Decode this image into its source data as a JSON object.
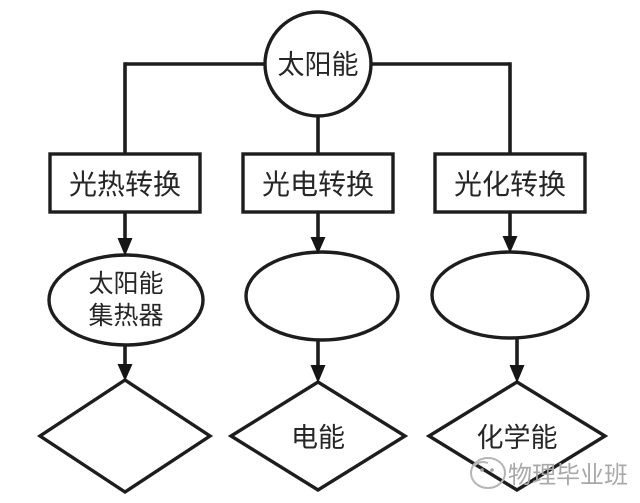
{
  "diagram": {
    "title_hint": "solar-energy-conversion-flowchart",
    "root": {
      "label": "太阳能"
    },
    "branches": [
      {
        "converter": "光热转换",
        "carrier": {
          "line1": "太阳能",
          "line2": "集热器"
        },
        "result": ""
      },
      {
        "converter": "光电转换",
        "carrier": {
          "line1": "",
          "line2": ""
        },
        "result": "电能"
      },
      {
        "converter": "光化转换",
        "carrier": {
          "line1": "",
          "line2": ""
        },
        "result": "化学能"
      }
    ],
    "colors": {
      "stroke": "#1d1d1d",
      "text": "#262626",
      "background": "#ffffff",
      "watermark": "#a8a8a8"
    }
  },
  "watermark": {
    "text": "物理毕业班"
  }
}
